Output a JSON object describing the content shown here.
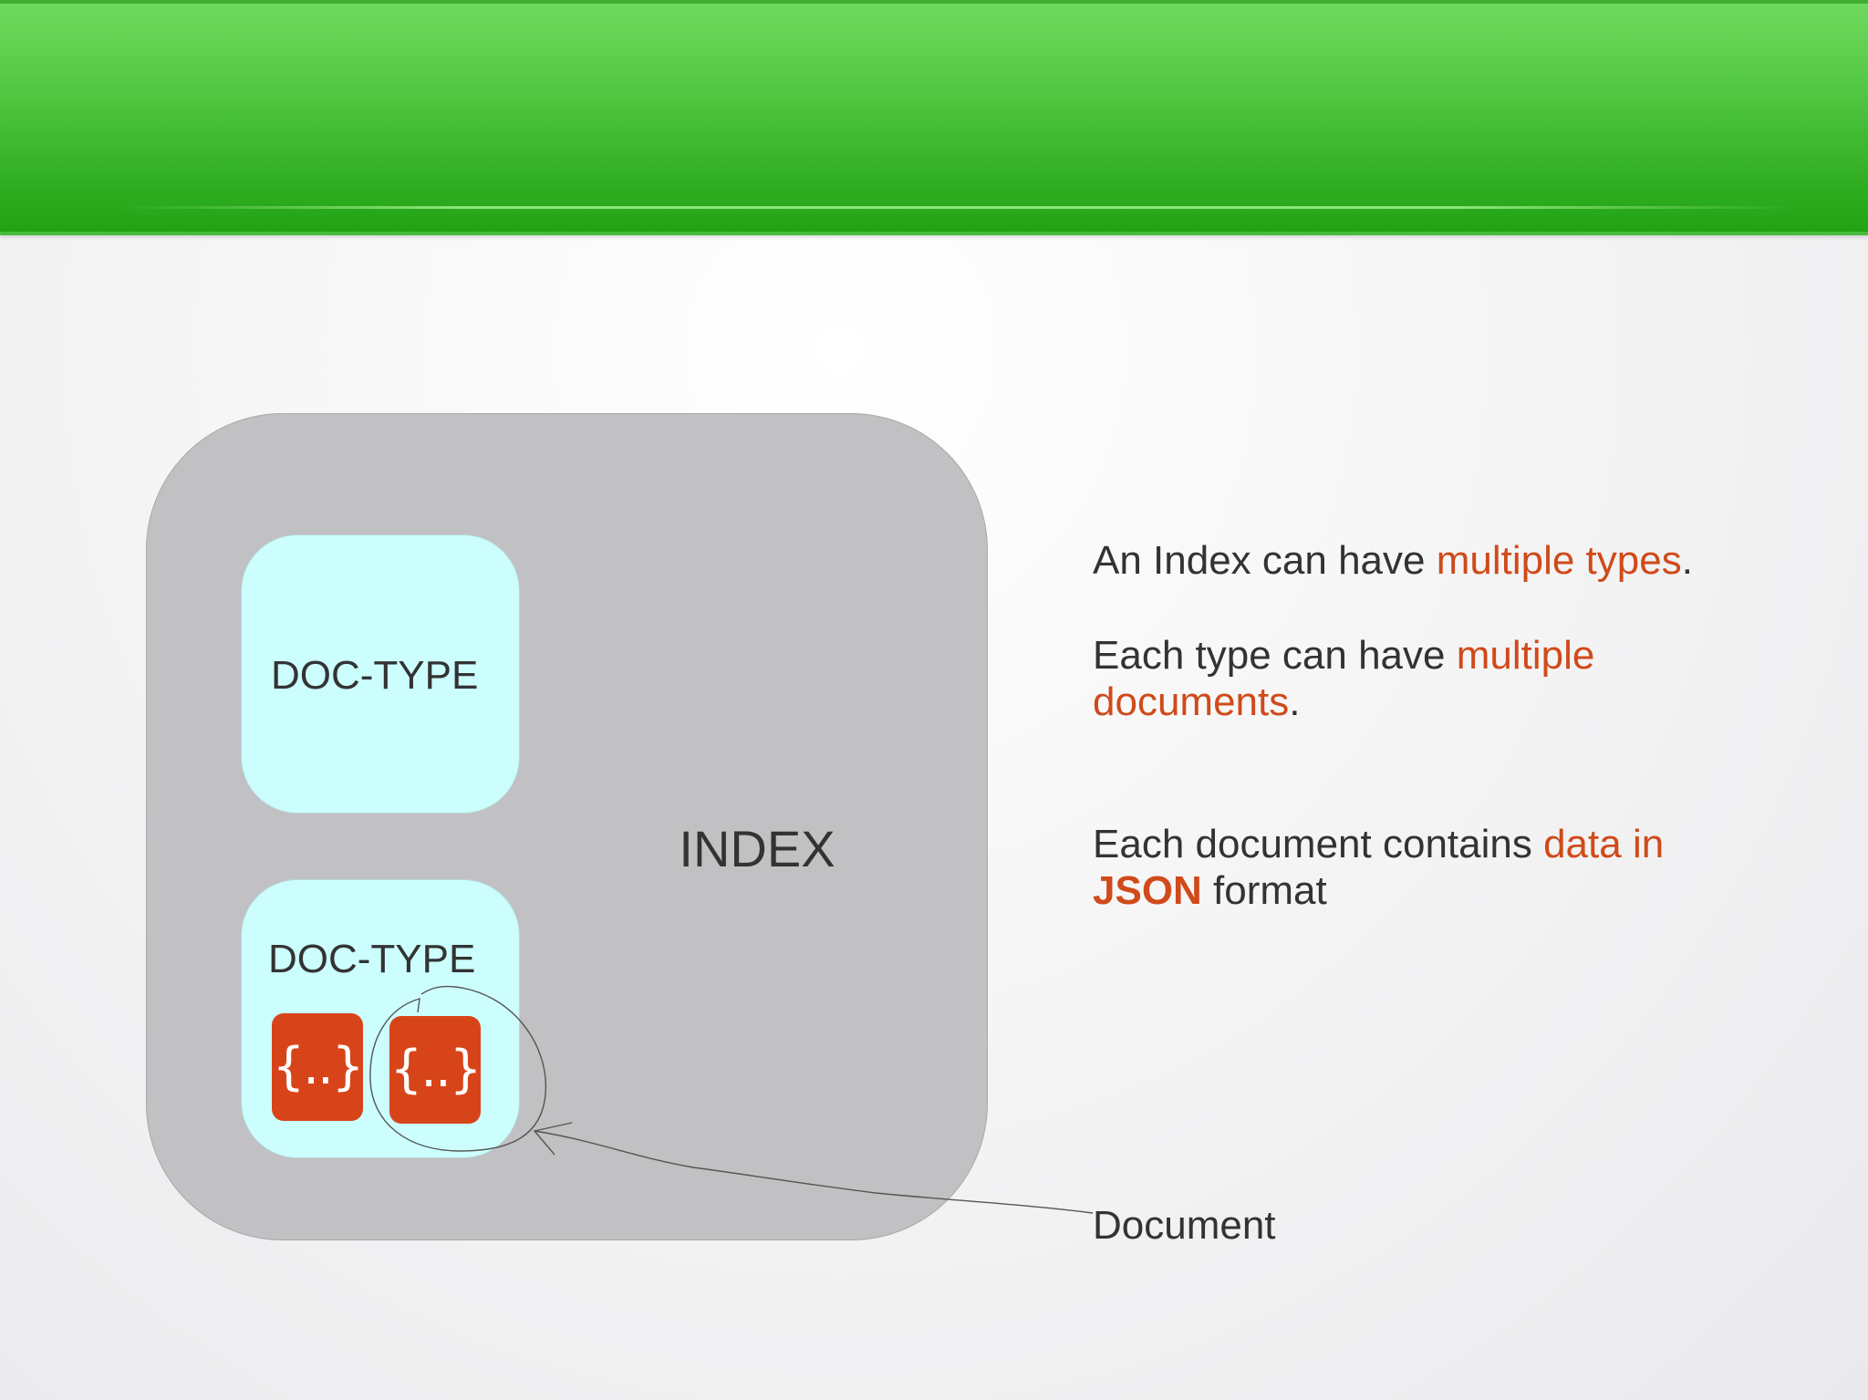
{
  "diagram": {
    "index_label": "INDEX",
    "doctypes": [
      {
        "label": "DOC-TYPE"
      },
      {
        "label": "DOC-TYPE"
      }
    ],
    "documents": [
      {
        "glyph": "{..}"
      },
      {
        "glyph": "{..}"
      }
    ]
  },
  "text": {
    "line1": {
      "pre": "An Index can have ",
      "highlight": "multiple types",
      "post": "."
    },
    "line2": {
      "pre": "Each type can have ",
      "highlight": "multiple documents",
      "post": "."
    },
    "line3": {
      "pre": "Each document contains ",
      "highlight": "data in ",
      "bold_highlight": "JSON",
      "post": " format"
    },
    "annotation_label": "Document"
  },
  "colors": {
    "header_green": "#22a315",
    "index_gray": "#c1c0c2",
    "doctype_cyan": "#ccfefe",
    "document_orange": "#d84419",
    "highlight_orange": "#d04a1a"
  }
}
